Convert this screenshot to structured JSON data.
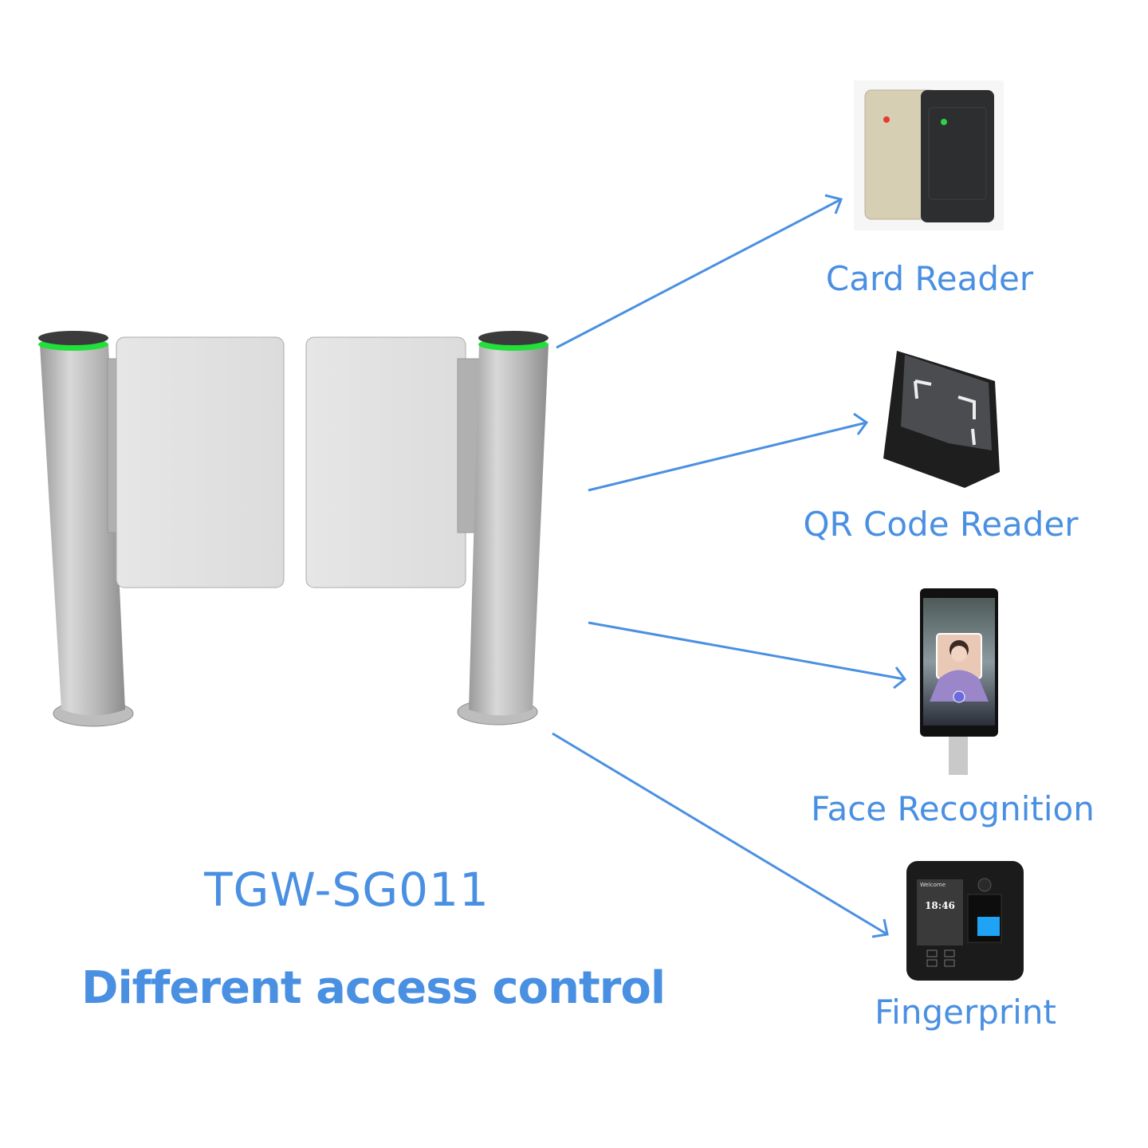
{
  "model": "TGW-SG011",
  "tagline": "Different access control",
  "devices": [
    {
      "label": "Card Reader"
    },
    {
      "label": "QR Code Reader"
    },
    {
      "label": "Face Recognition"
    },
    {
      "label": "Fingerprint",
      "screen_title": "Welcome",
      "screen_time": "18:46"
    }
  ],
  "colors": {
    "accent": "#4a90e2",
    "led": "#22e03a"
  }
}
